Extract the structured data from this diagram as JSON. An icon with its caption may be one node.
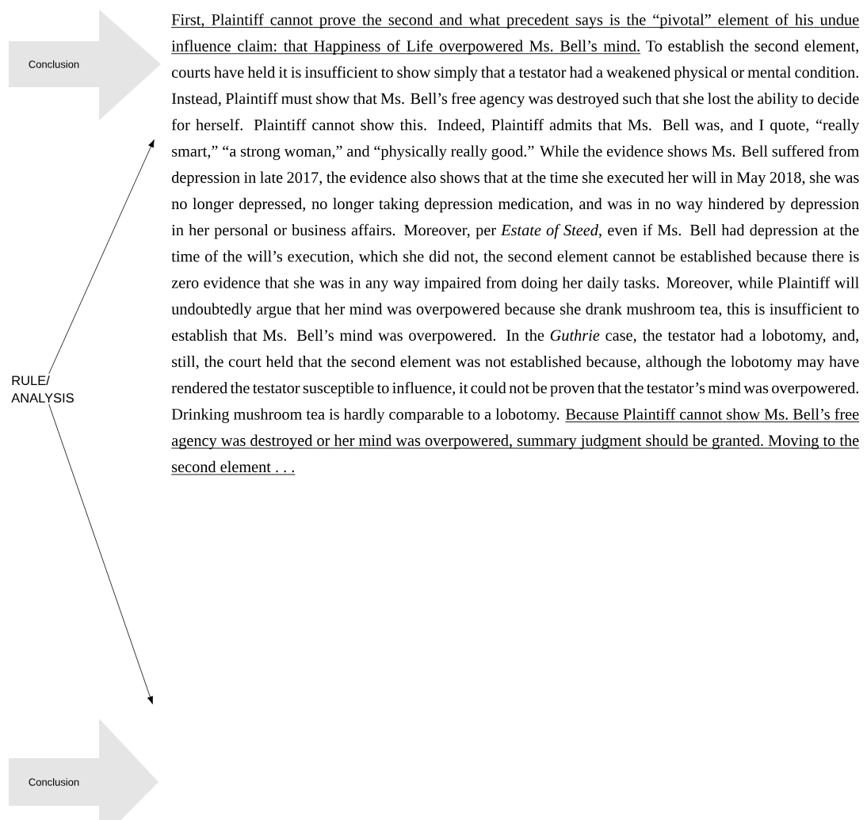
{
  "diagram": {
    "nodes": [
      {
        "text": [
          "Conclusion"
        ]
      },
      {
        "text": [
          "RULE/ ANALYSIS"
        ]
      },
      {
        "text": [
          "Conclusion"
        ]
      }
    ],
    "edges": [
      {
        "from": 1,
        "to": null,
        "arrow": "to"
      },
      {
        "from": 1,
        "to": null,
        "arrow": "to"
      }
    ],
    "labels": [
      "First, Plaintiff cannot prove the second and what precedent says is the “pivotal” element of his undue influence claim: that Happiness of Life overpowered Ms. Bell’s mind.",
      "To establish the second element, courts have held it is insufficient to show simply that a testator had a weakened physical or mental condition. Instead, Plaintiff must show that Ms. Bell’s free agency was destroyed such that she lost the ability to decide for herself. Plaintiff cannot show this. Indeed, Plaintiff admits that Ms. Bell was, and I quote, “really smart,” “a strong woman,” and “physically really good.” While the evidence shows Ms. Bell suffered from depression in late 2017, the evidence also shows that at the time she executed her will in May 2018, she was no longer depressed, no longer taking depression medication, and was in no way hindered by depression in her personal or business affairs. Moreover, per *Estate of Steed*, even if Ms. Bell had depression at the time of the will’s execution, which she did not, the second element cannot be established because there is zero evidence that she was in any way impaired from doing her daily tasks. Moreover, while Plaintiff will undoubtedly argue that her mind was overpowered because she drank mushroom tea, this is insufficient to establish that Ms. Bell’s mind was overpowered. In the *Guthrie* case, the testator had a lobotomy, and, still, the court held that the second element was not established because, although the lobotomy may have rendered the testator susceptible to influence, it could not be proven that the testator’s mind was overpowered. Drinking mushroom tea is hardly comparable to a lobotomy.",
      "Because Plaintiff cannot show Ms. Bell’s free agency was destroyed or her mind was overpowered, summary judgment should be granted. Moving to the second element . . ."
    ]
  }
}
